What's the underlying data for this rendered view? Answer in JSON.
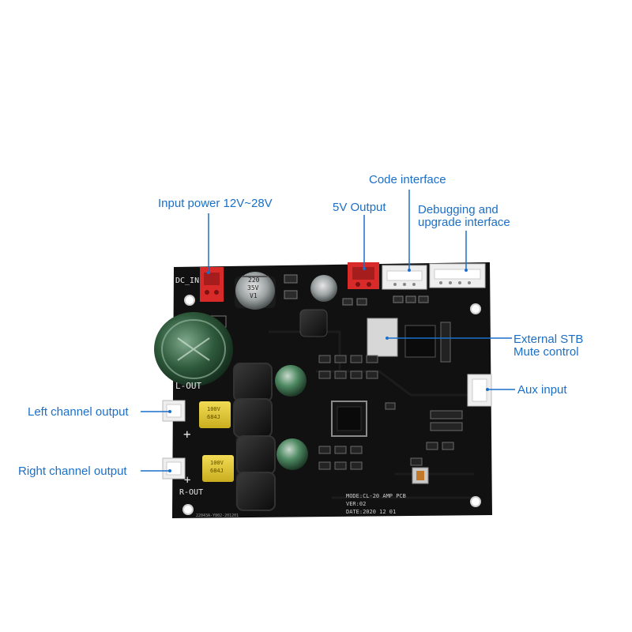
{
  "annotations": {
    "input_power": "Input power 12V~28V",
    "five_v_output": "5V Output",
    "code_interface": "Code interface",
    "debug_line1": "Debugging and",
    "debug_line2": "upgrade interface",
    "stb_line1": "External STB",
    "stb_line2": "Mute control",
    "aux_input": "Aux input",
    "left_output": "Left channel output",
    "right_output": "Right channel output"
  },
  "pcb_silkscreen": {
    "dc_in": "DC_IN",
    "l_out": "L-OUT",
    "r_out": "R-OUT",
    "plus": "+",
    "model": "MODE:CL-20 AMP PCB",
    "version": "VER:02",
    "date": "DATE:2020 12 01",
    "serial": "22043A-Y802-201201"
  },
  "components": {
    "cap_220": "220",
    "cap_35v": "35V",
    "cap_v1": "V1",
    "film_cap_value": "100V",
    "film_cap_code": "684J"
  },
  "colors": {
    "annotation": "#1a6fc9",
    "pcb": "#111111",
    "connector_red": "#d92a2a",
    "connector_white": "#eeeeee",
    "film_cap_yellow": "#e3c932"
  }
}
